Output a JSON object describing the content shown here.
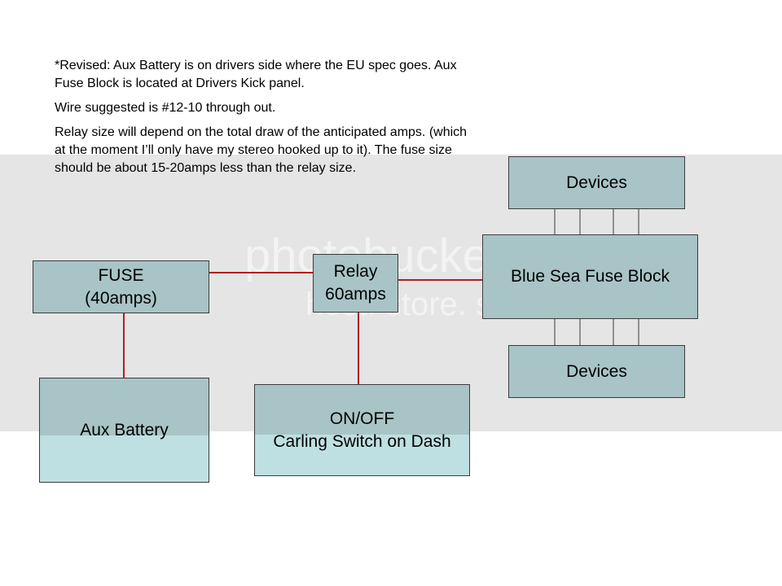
{
  "notes": {
    "line1": "*Revised: Aux Battery is on drivers side where the EU spec goes. Aux Fuse Block is located at Drivers Kick panel.",
    "line2": "Wire suggested is #12-10 through out.",
    "line3": "Relay size will depend on the total draw of the anticipated amps.  (which at the moment I’ll only have my stereo hooked up to it). The fuse size should be about 15-20amps less than the relay size."
  },
  "blocks": {
    "fuse": {
      "line1": "FUSE",
      "line2": "(40amps)"
    },
    "relay": {
      "line1": "Relay",
      "line2": "60amps"
    },
    "fuse_block": {
      "label": "Blue Sea Fuse Block"
    },
    "devices_top": {
      "label": "Devices"
    },
    "devices_bottom": {
      "label": "Devices"
    },
    "battery": {
      "label": "Aux Battery"
    },
    "switch": {
      "line1": "ON/OFF",
      "line2": "Carling Switch on Dash"
    }
  },
  "watermark": {
    "line1": "photobucket",
    "line2": "host. store. share."
  },
  "colors": {
    "wire": "#b21f1f",
    "box": "#a8c4c6"
  }
}
